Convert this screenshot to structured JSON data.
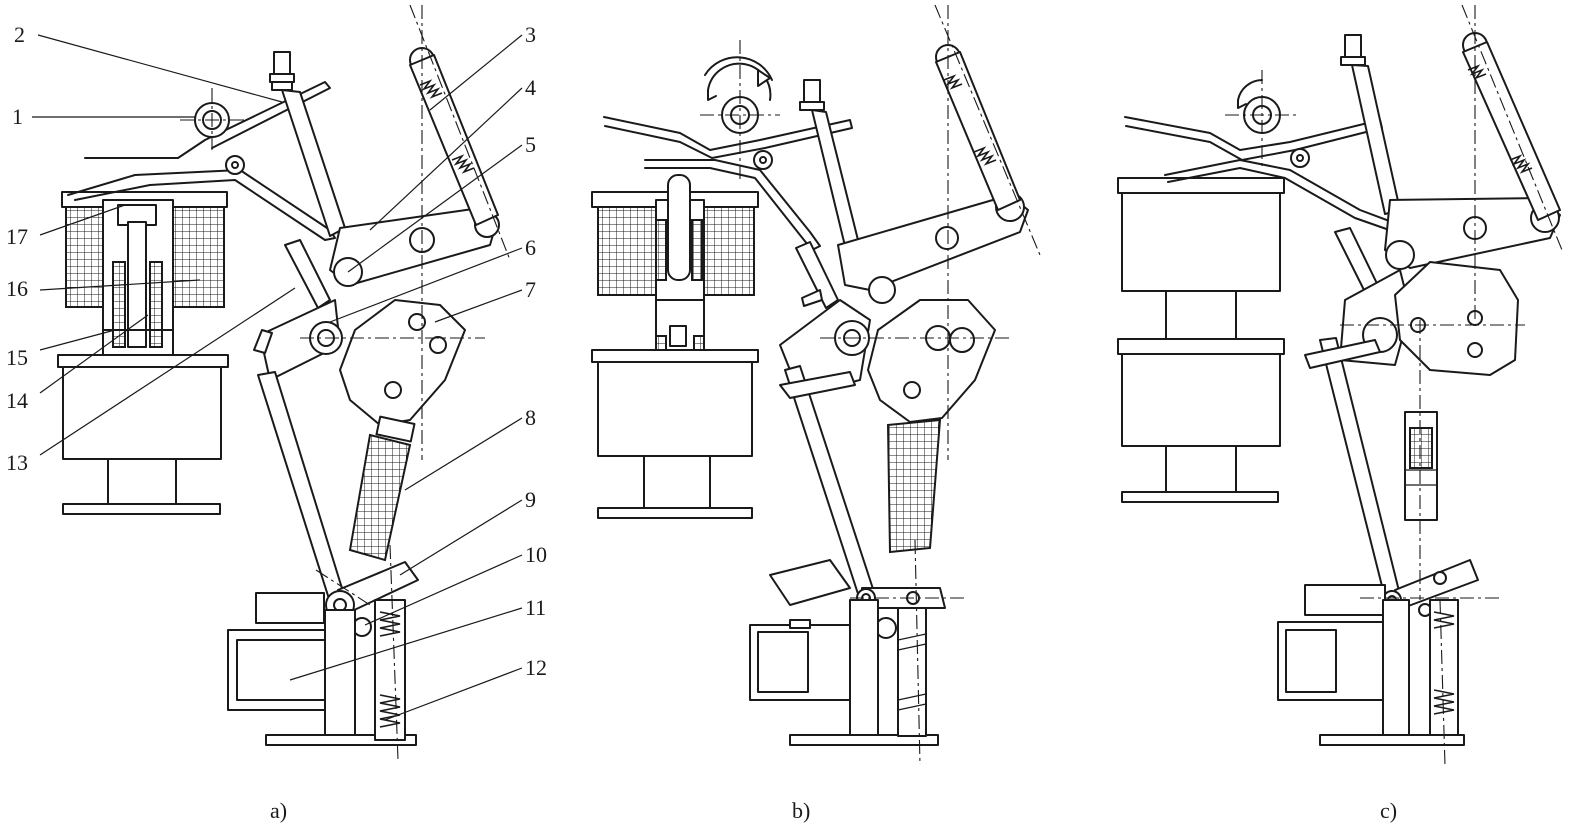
{
  "figure": {
    "panel_labels": [
      "a)",
      "b)",
      "c)"
    ],
    "part_numbers": [
      "1",
      "2",
      "3",
      "4",
      "5",
      "6",
      "7",
      "8",
      "9",
      "10",
      "11",
      "12",
      "13",
      "14",
      "15",
      "16",
      "17"
    ],
    "colors": {
      "ink": "#1a1a1a",
      "paper": "#ffffff"
    }
  }
}
